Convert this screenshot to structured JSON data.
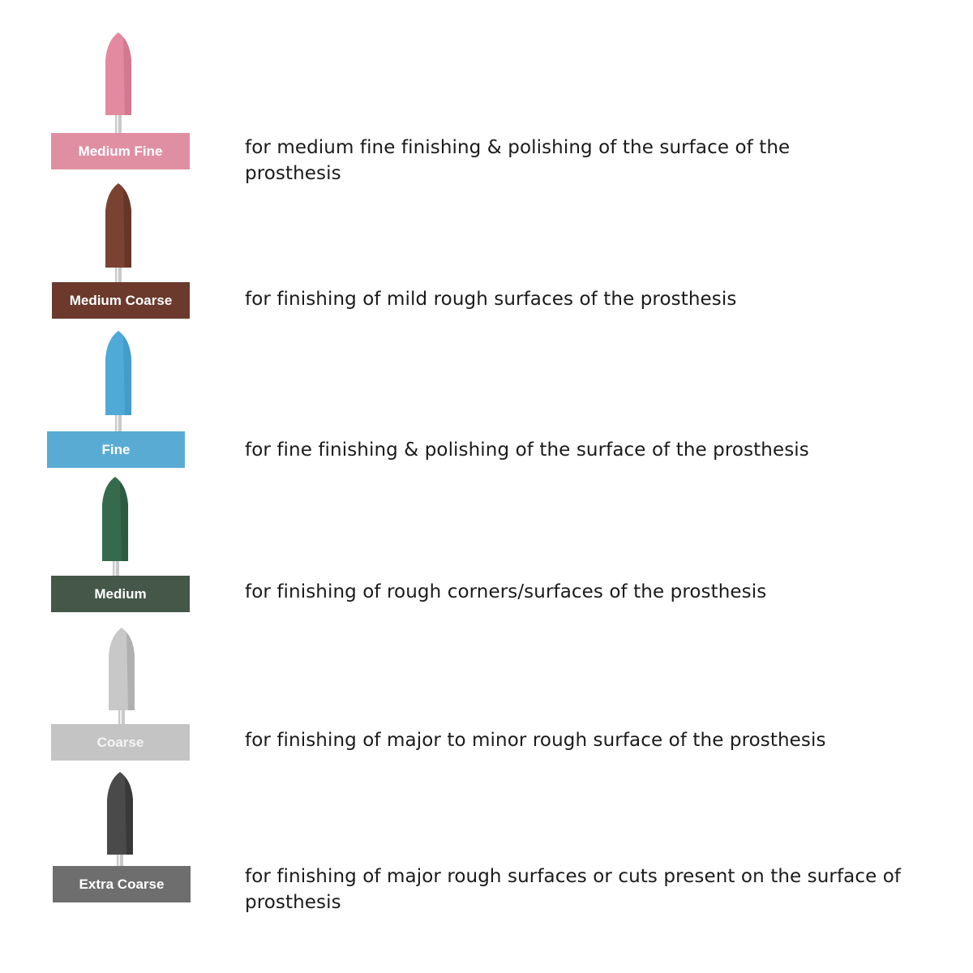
{
  "products": [
    {
      "grade": "Medium Fine",
      "description": "for medium fine finishing & polishing of the surface of the prosthesis",
      "tip_color": "#e38aa1",
      "tip_shade": "#c96a84",
      "label_color": "#e08fa3",
      "label_text_color": "#ffffff"
    },
    {
      "grade": "Medium Coarse",
      "description": "for finishing of mild rough surfaces of the prosthesis",
      "tip_color": "#7a4232",
      "tip_shade": "#5a2e22",
      "label_color": "#6b3a2c",
      "label_text_color": "#ffffff"
    },
    {
      "grade": "Fine",
      "description": "for fine finishing & polishing of the surface of the prosthesis",
      "tip_color": "#4faad8",
      "tip_shade": "#3a8ebc",
      "label_color": "#5aabd4",
      "label_text_color": "#ffffff"
    },
    {
      "grade": "Medium",
      "description": "for finishing of rough corners/surfaces of the prosthesis",
      "tip_color": "#356b4c",
      "tip_shade": "#24503a",
      "label_color": "#445748",
      "label_text_color": "#ffffff"
    },
    {
      "grade": "Coarse",
      "description": "for finishing of major to minor rough surface of the prosthesis",
      "tip_color": "#c8c8c8",
      "tip_shade": "#a0a0a0",
      "label_color": "#c4c4c4",
      "label_text_color": "#f4f4f4"
    },
    {
      "grade": "Extra Coarse",
      "description": "for finishing of major rough surfaces or cuts present on the surface of prosthesis",
      "tip_color": "#4a4a4a",
      "tip_shade": "#2e2e2e",
      "label_color": "#6e6e6e",
      "label_text_color": "#ffffff"
    }
  ]
}
